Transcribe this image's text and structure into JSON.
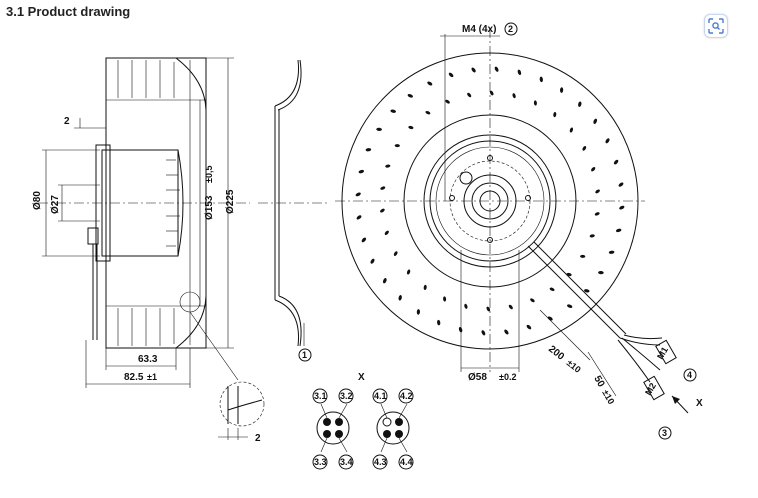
{
  "page": {
    "title": "3.1 Product drawing"
  },
  "dimensions": {
    "gap_top": "2",
    "d80": "Ø80",
    "d27": "Ø27",
    "d153": "Ø153",
    "d153_tol": "±0,5",
    "d225": "Ø225",
    "len_63": "63.3",
    "len_82": "82.5",
    "len_82_tol": "±1",
    "gap_detail": "2",
    "thread": "M4 (4x)",
    "d58": "Ø58",
    "d58_tol": "±0.2",
    "cable_200": "200",
    "cable_200_tol": "±10",
    "cable_50": "50",
    "cable_50_tol": "±10",
    "m1_label": "M1",
    "m2_label": "M2"
  },
  "markers": {
    "m1": "1",
    "m2": "2",
    "m3": "3",
    "m4": "4",
    "x_view": "X",
    "x_arrow": "X",
    "p31": "3.1",
    "p32": "3.2",
    "p33": "3.3",
    "p34": "3.4",
    "p41": "4.1",
    "p42": "4.2",
    "p43": "4.3",
    "p44": "4.4"
  },
  "toolbar": {
    "lens_icon": "lens-search-icon"
  }
}
